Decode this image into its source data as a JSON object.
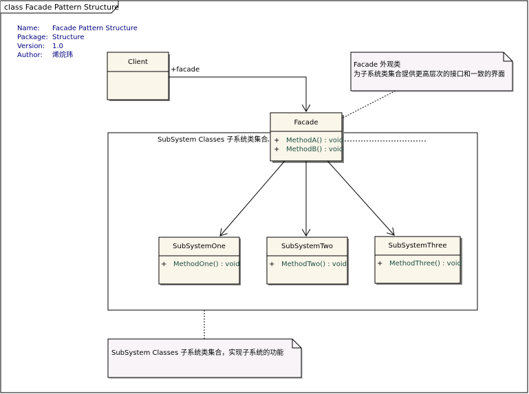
{
  "frame": {
    "title": "class Facade Pattern Structure"
  },
  "meta": [
    {
      "key": "Name:",
      "value": "Facade Pattern Structure"
    },
    {
      "key": "Package:",
      "value": "Structure"
    },
    {
      "key": "Version:",
      "value": "1.0"
    },
    {
      "key": "Author:",
      "value": "烯烷玮"
    }
  ],
  "classes": {
    "client": {
      "name": "Client"
    },
    "facade": {
      "name": "Facade",
      "methods": [
        {
          "vis": "+",
          "sig": "MethodA() : void"
        },
        {
          "vis": "+",
          "sig": "MethodB() : void"
        }
      ]
    },
    "sub_one": {
      "name": "SubSystemOne",
      "methods": [
        {
          "vis": "+",
          "sig": "MethodOne() : void"
        }
      ]
    },
    "sub_two": {
      "name": "SubSystemTwo",
      "methods": [
        {
          "vis": "+",
          "sig": "MethodTwo() : void"
        }
      ]
    },
    "sub_three": {
      "name": "SubSystemThree",
      "methods": [
        {
          "vis": "+",
          "sig": "MethodThree() : void"
        }
      ]
    }
  },
  "association": {
    "role": "+facade"
  },
  "boundary": {
    "label": "SubSystem Classes 子系统类集合"
  },
  "notes": {
    "facade_note": {
      "line1": "Facade 外观类",
      "line2": "为子系统类集合提供更高层次的接口和一致的界面"
    },
    "subsystem_note": {
      "text": "SubSystem Classes 子系统类集合，实现子系统的功能"
    }
  },
  "colors": {
    "class_fill": "#fbf6ea",
    "note_fill": "#f8f4f8",
    "shadow": "#7f7f7f",
    "method_text": "#1a4f3f",
    "meta_text": "#000080"
  }
}
